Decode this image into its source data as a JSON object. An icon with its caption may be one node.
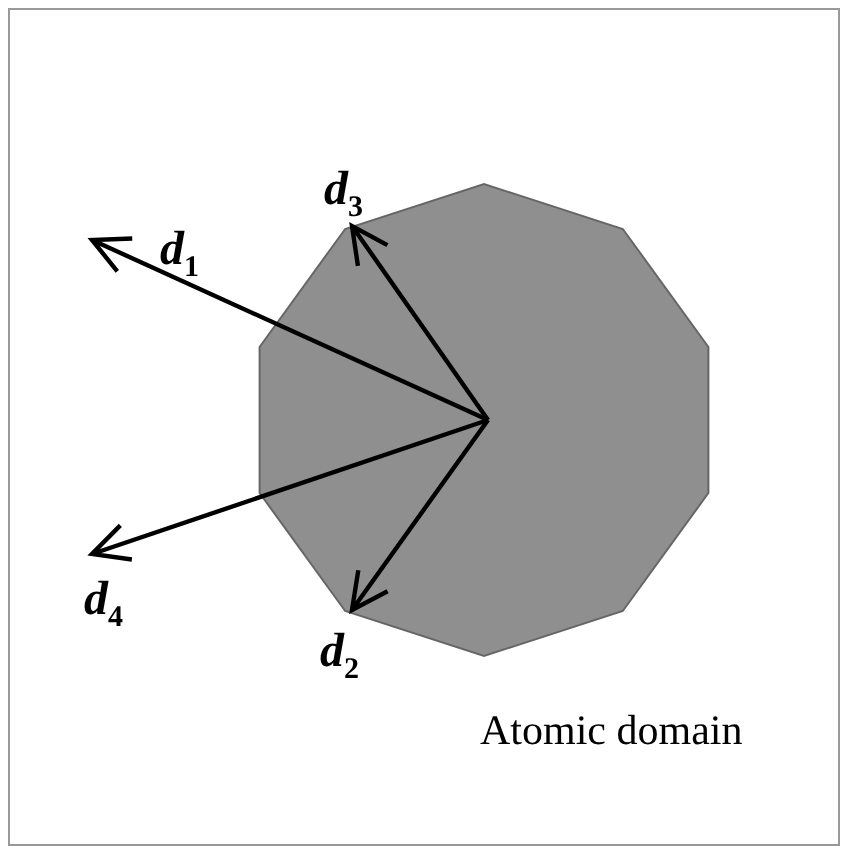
{
  "diagram": {
    "nodes": [
      {
        "text": [
          "Atomic domain"
        ]
      }
    ],
    "labels": [
      "**d**$_{1}$",
      "**d**$_{3}$",
      "**d**$_{4}$",
      "**d**$_{2}$"
    ]
  }
}
